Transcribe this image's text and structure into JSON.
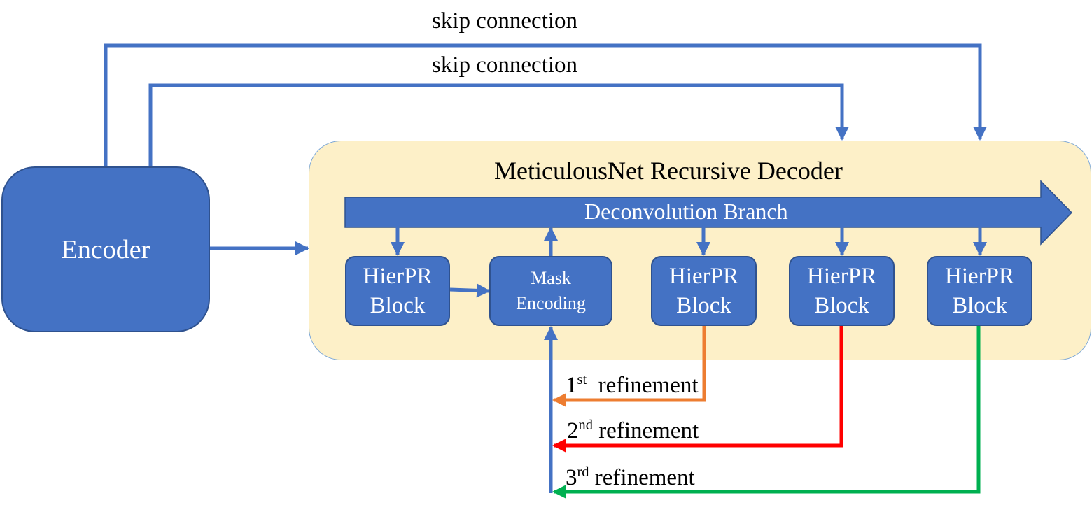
{
  "encoder": {
    "label": "Encoder"
  },
  "decoder": {
    "title": "MeticulousNet Recursive Decoder",
    "branch_label": "Deconvolution Branch",
    "blocks": [
      {
        "line1": "HierPR",
        "line2": "Block"
      },
      {
        "line1": "Mask",
        "line2": "Encoding"
      },
      {
        "line1": "HierPR",
        "line2": "Block"
      },
      {
        "line1": "HierPR",
        "line2": "Block"
      },
      {
        "line1": "HierPR",
        "line2": "Block"
      }
    ]
  },
  "skip_connections": [
    {
      "label": "skip connection"
    },
    {
      "label": "skip connection"
    }
  ],
  "refinements": [
    {
      "num": "1",
      "sup": "st",
      "text": "refinement",
      "color": "#ed7d31"
    },
    {
      "num": "2",
      "sup": "nd",
      "text": "refinement",
      "color": "#ff0000"
    },
    {
      "num": "3",
      "sup": "rd",
      "text": "refinement",
      "color": "#00b050"
    }
  ],
  "colors": {
    "box": "#4472c4",
    "panel": "#fdf0c8",
    "arrow": "#4472c4"
  }
}
